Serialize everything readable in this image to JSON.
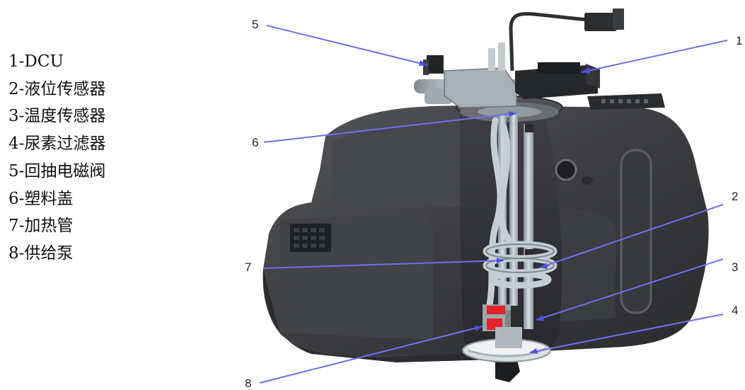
{
  "legend": [
    {
      "num": "1",
      "text": "1-DCU"
    },
    {
      "num": "2",
      "text": "2-液位传感器"
    },
    {
      "num": "3",
      "text": "3-温度传感器"
    },
    {
      "num": "4",
      "text": "4-尿素过滤器"
    },
    {
      "num": "5",
      "text": "5-回抽电磁阀"
    },
    {
      "num": "6",
      "text": "6-塑料盖"
    },
    {
      "num": "7",
      "text": "7-加热管"
    },
    {
      "num": "8",
      "text": "8-供给泵"
    }
  ],
  "callouts": [
    "1",
    "2",
    "3",
    "4",
    "5",
    "6",
    "7",
    "8"
  ],
  "colors": {
    "leader": "#6d6ff0",
    "tank": "#3a3b3d",
    "tank_highlight": "#5a5b5e",
    "tube": "#b9c6cc",
    "pump_red": "#e3222a"
  }
}
